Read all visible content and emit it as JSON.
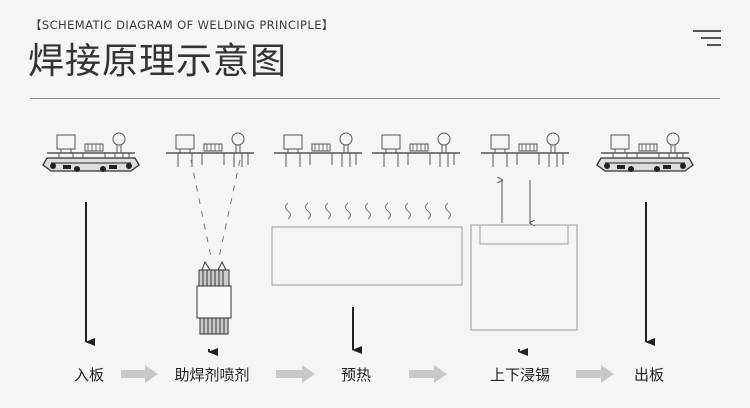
{
  "header": {
    "subtitle": "【SCHEMATIC DIAGRAM OF WELDING PRINCIPLE】",
    "title": "焊接原理示意图"
  },
  "steps": [
    {
      "id": "board-in",
      "label": "入板"
    },
    {
      "id": "flux-spray",
      "label": "助焊剂喷剂"
    },
    {
      "id": "preheat",
      "label": "预热"
    },
    {
      "id": "tin-dip",
      "label": "上下浸锡"
    },
    {
      "id": "board-out",
      "label": "出板"
    }
  ],
  "colors": {
    "line": "#555555",
    "arrow": "#222222",
    "flow_arrow": "#c8c8c8",
    "background": "#f5f5f5"
  }
}
